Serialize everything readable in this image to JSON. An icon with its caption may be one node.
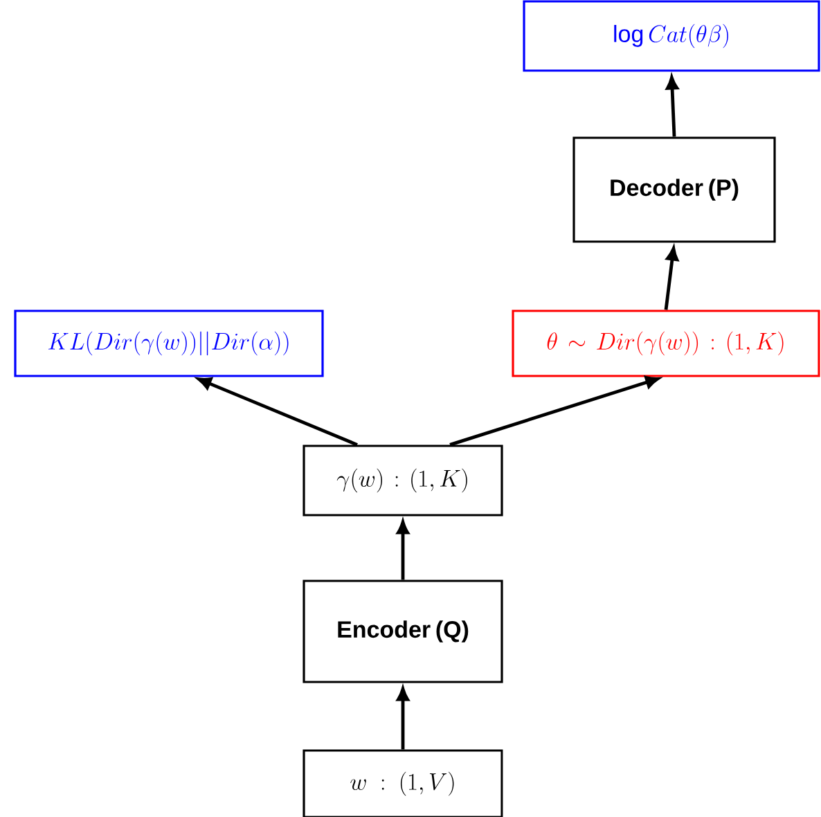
{
  "diagram": {
    "nodes": [
      {
        "text": [
          "\\log Cat(\\theta\\beta)"
        ]
      },
      {
        "text": [
          "Decoder (P)"
        ]
      },
      {
        "text": [
          "KL(Dir(\\gamma(w))||Dir(\\alpha))"
        ]
      },
      {
        "text": [
          "\\theta \\sim Dir(\\gamma(w)) : (1,K)"
        ]
      },
      {
        "text": [
          "\\gamma(w) : (1,K)"
        ]
      },
      {
        "text": [
          "Encoder (Q)"
        ]
      },
      {
        "text": [
          "w : (1,V)"
        ]
      }
    ],
    "edges": [
      {
        "from": 6,
        "to": 5,
        "arrow": "to"
      },
      {
        "from": 5,
        "to": 4,
        "arrow": "to"
      },
      {
        "from": 4,
        "to": 2,
        "arrow": "to"
      },
      {
        "from": 4,
        "to": 3,
        "arrow": "to"
      },
      {
        "from": 3,
        "to": 1,
        "arrow": "to"
      },
      {
        "from": 1,
        "to": 0,
        "arrow": "to"
      }
    ]
  }
}
